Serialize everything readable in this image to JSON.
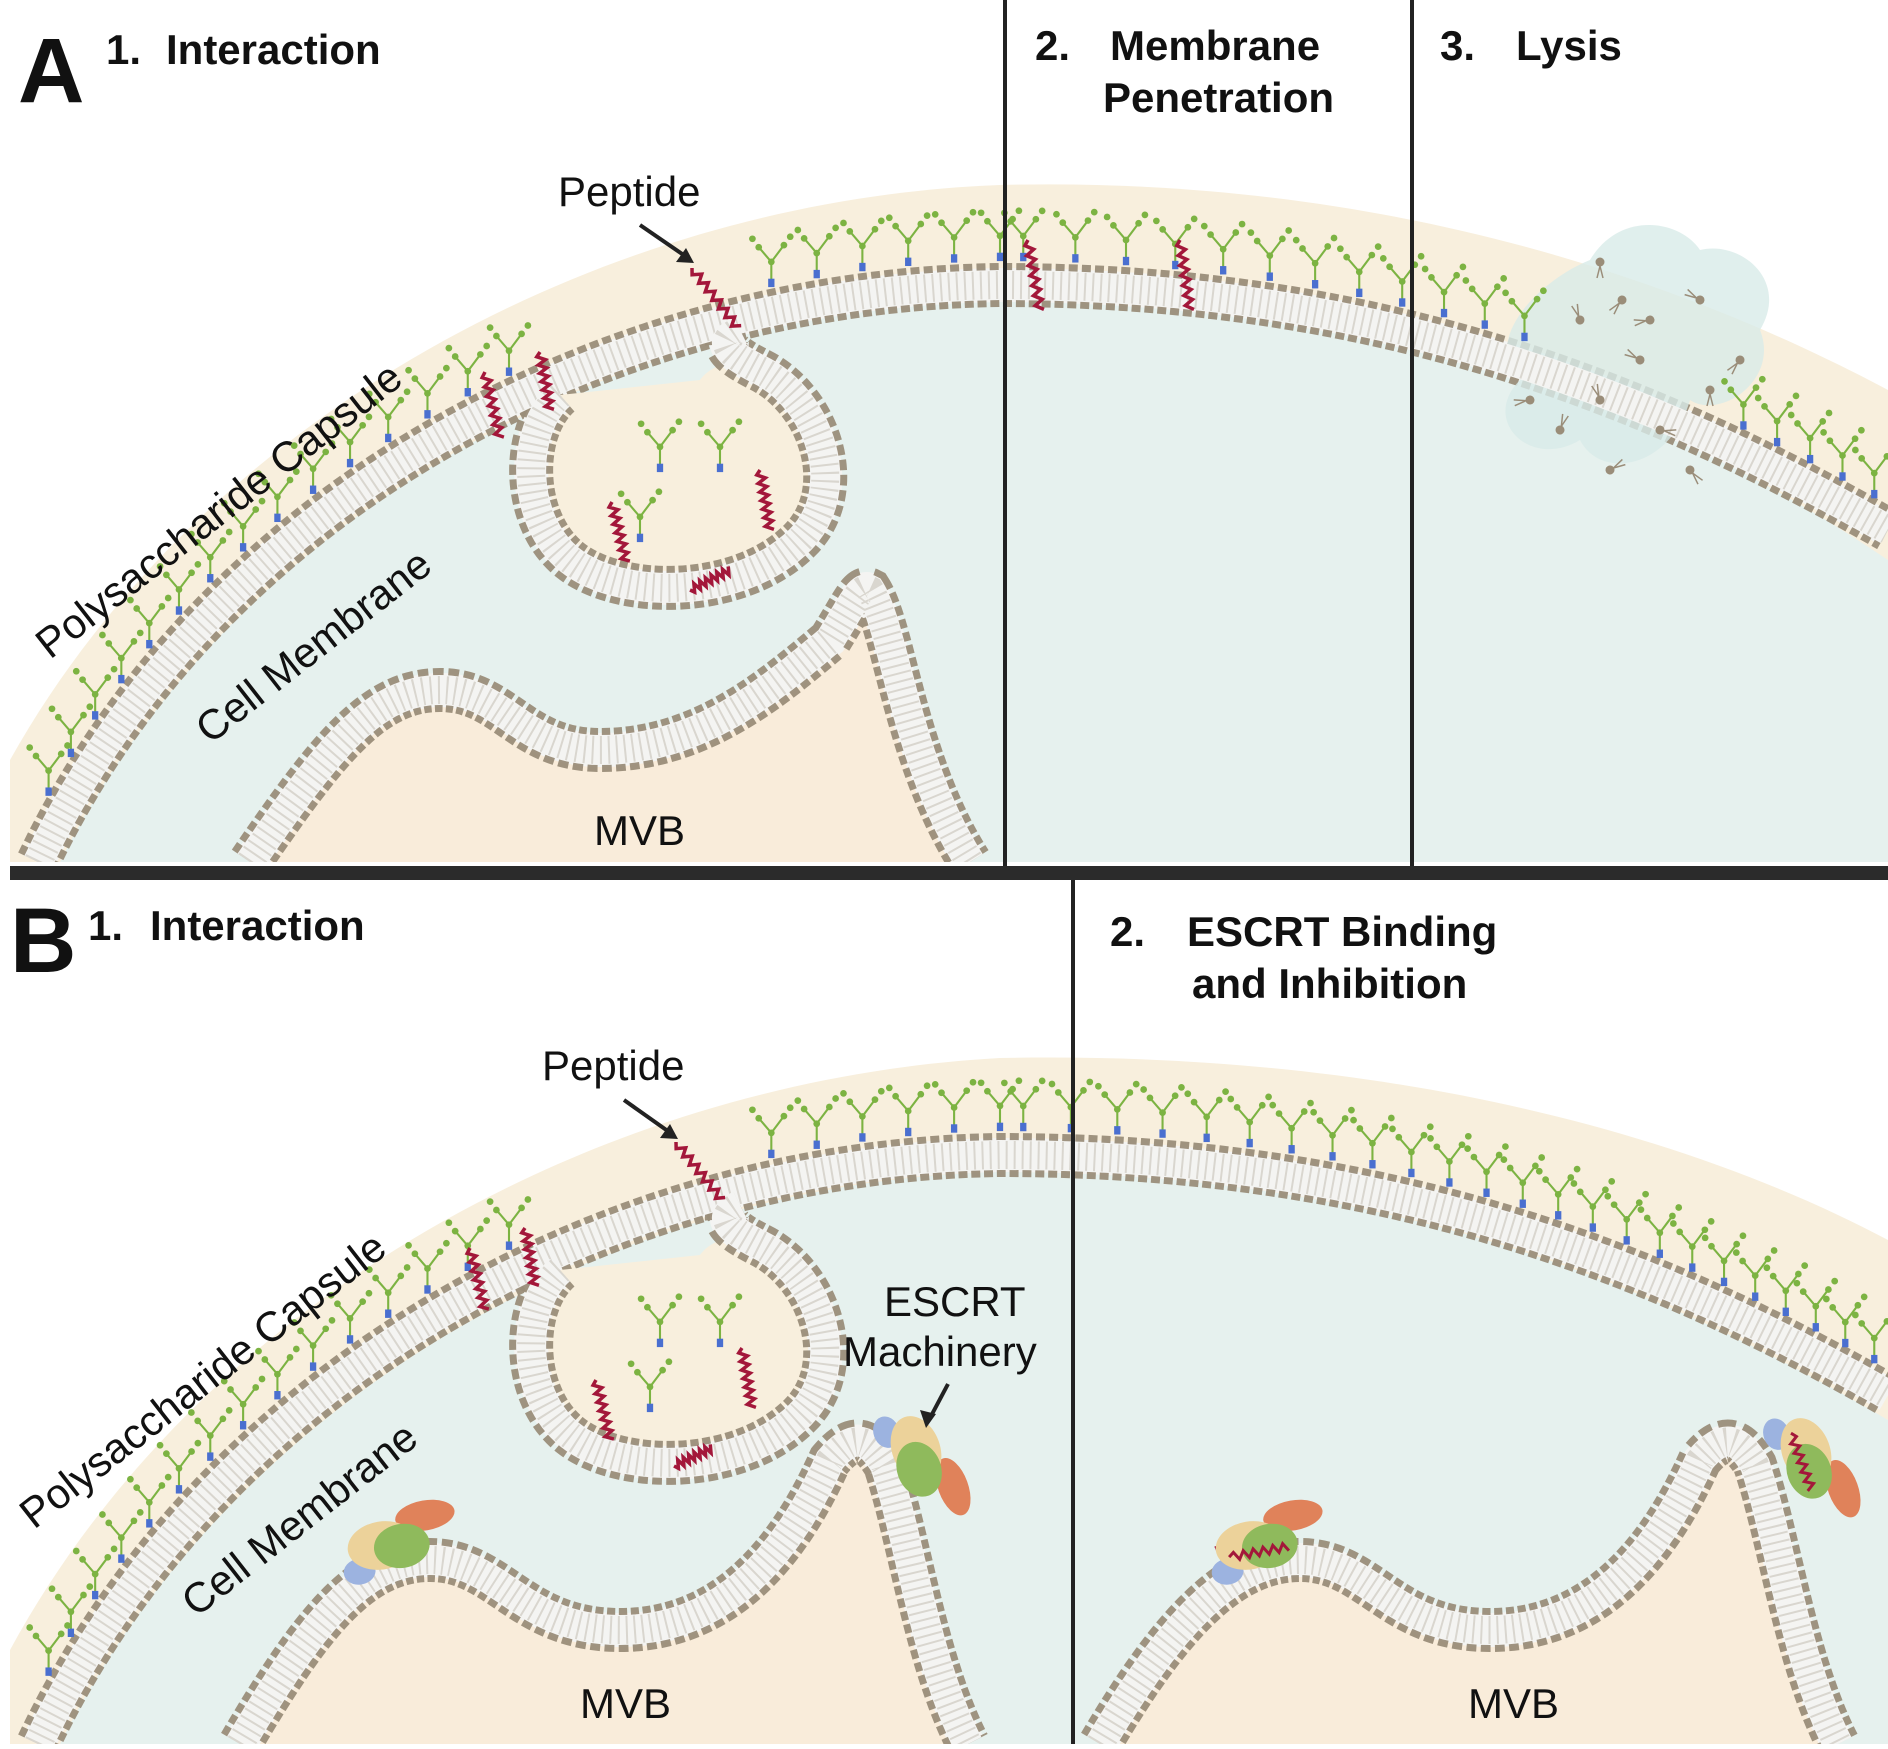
{
  "panel_a": {
    "letter": "A",
    "step1": {
      "num": "1.",
      "title": "Interaction"
    },
    "step2": {
      "num": "2.",
      "title_line1": "Membrane",
      "title_line2": "Penetration"
    },
    "step3": {
      "num": "3.",
      "title": "Lysis"
    },
    "labels": {
      "peptide": "Peptide",
      "capsule": "Polysaccharide Capsule",
      "membrane": "Cell Membrane",
      "mvb": "MVB"
    }
  },
  "panel_b": {
    "letter": "B",
    "step1": {
      "num": "1.",
      "title": "Interaction"
    },
    "step2": {
      "num": "2.",
      "title_line1": "ESCRT Binding",
      "title_line2": "and Inhibition"
    },
    "labels": {
      "peptide": "Peptide",
      "capsule": "Polysaccharide Capsule",
      "membrane": "Cell Membrane",
      "escrt_line1": "ESCRT",
      "escrt_line2": "Machinery",
      "mvb_left": "MVB",
      "mvb_right": "MVB"
    }
  },
  "colors": {
    "cytoplasm": "#e6f1ee",
    "capsule": "#f8efdd",
    "mvb_lumen": "#f9ecda",
    "membrane_head": "#9a8d79",
    "membrane_tail": "#f4f4f2",
    "peptide": "#a3173a",
    "glycan": "#7cb342",
    "glycan_anchor": "#4a6fd0",
    "escrt_green": "#8fba5c",
    "escrt_tan": "#ecd29a",
    "escrt_orange": "#e0825a",
    "escrt_blue": "#9cb3e0"
  }
}
